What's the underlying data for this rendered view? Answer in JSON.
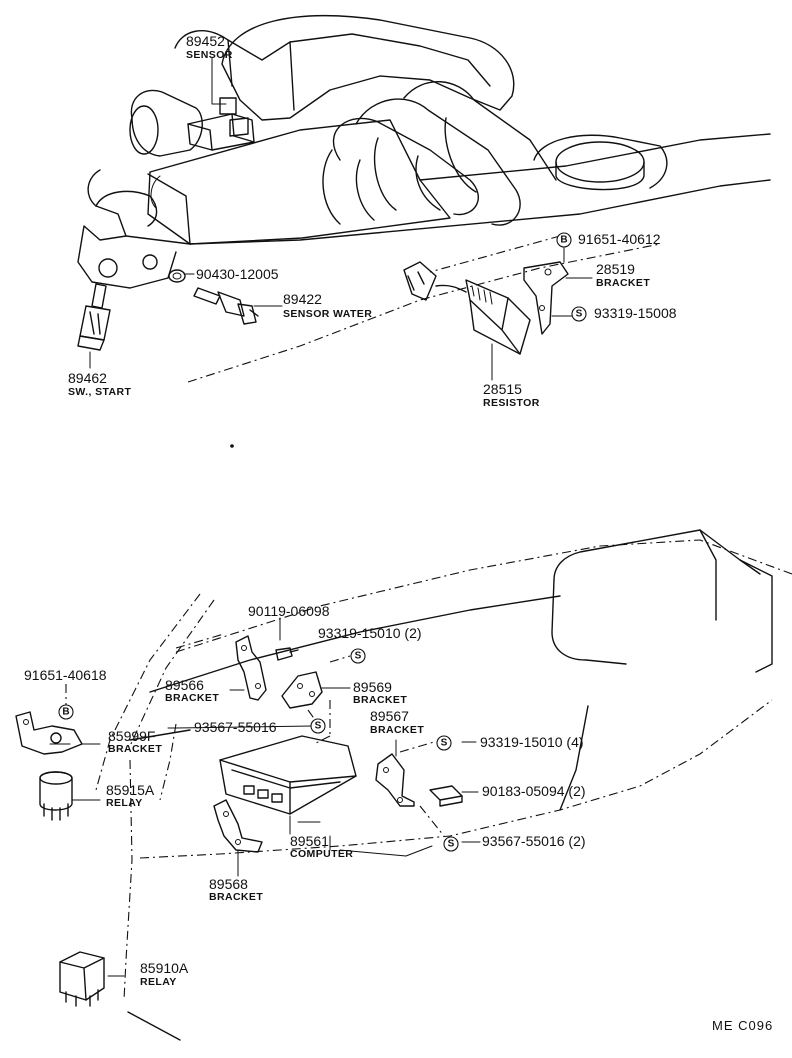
{
  "diagram": {
    "corner_code": "ME C096",
    "parts": [
      {
        "id": "p89452",
        "number": "89452",
        "name": "SENSOR"
      },
      {
        "id": "p90430",
        "number": "90430-12005",
        "name": ""
      },
      {
        "id": "p89422",
        "number": "89422",
        "name": "SENSOR WATER"
      },
      {
        "id": "p89462",
        "number": "89462",
        "name": "SW., START"
      },
      {
        "id": "p91651a",
        "number": "91651-40612",
        "name": "",
        "symbol": "B"
      },
      {
        "id": "p28519",
        "number": "28519",
        "name": "BRACKET"
      },
      {
        "id": "p93319a",
        "number": "93319-15008",
        "name": "",
        "symbol": "S"
      },
      {
        "id": "p28515",
        "number": "28515",
        "name": "RESISTOR"
      },
      {
        "id": "p90119",
        "number": "90119-06098",
        "name": ""
      },
      {
        "id": "p93319b",
        "number": "93319-15010 (2)",
        "name": "",
        "symbol": "S"
      },
      {
        "id": "p91651b",
        "number": "91651-40618",
        "name": "",
        "symbol": "B"
      },
      {
        "id": "p89566",
        "number": "89566",
        "name": "BRACKET"
      },
      {
        "id": "p89569",
        "number": "89569",
        "name": "BRACKET"
      },
      {
        "id": "p85999f",
        "number": "85999F",
        "name": "BRACKET"
      },
      {
        "id": "p93567a",
        "number": "93567-55016",
        "name": "",
        "symbol": "S"
      },
      {
        "id": "p89567",
        "number": "89567",
        "name": "BRACKET"
      },
      {
        "id": "p93319c",
        "number": "93319-15010 (4)",
        "name": "",
        "symbol": "S"
      },
      {
        "id": "p85915a",
        "number": "85915A",
        "name": "RELAY"
      },
      {
        "id": "p90183",
        "number": "90183-05094 (2)",
        "name": ""
      },
      {
        "id": "p89561",
        "number": "89561",
        "name": "COMPUTER"
      },
      {
        "id": "p93567b",
        "number": "93567-55016 (2)",
        "name": "",
        "symbol": "S"
      },
      {
        "id": "p89568",
        "number": "89568",
        "name": "BRACKET"
      },
      {
        "id": "p85910a",
        "number": "85910A",
        "name": "RELAY"
      }
    ]
  }
}
